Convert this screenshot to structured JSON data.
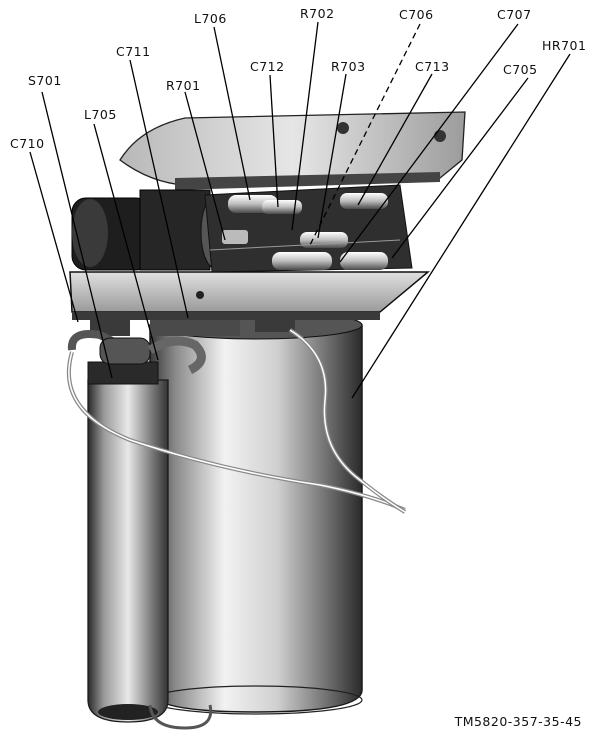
{
  "figure_id": "TM5820-357-35-45",
  "callouts": [
    {
      "id": "s701",
      "label": "S701"
    },
    {
      "id": "c710",
      "label": "C710"
    },
    {
      "id": "l705",
      "label": "L705"
    },
    {
      "id": "c711",
      "label": "C711"
    },
    {
      "id": "r701",
      "label": "R701"
    },
    {
      "id": "l706",
      "label": "L706"
    },
    {
      "id": "c712",
      "label": "C712"
    },
    {
      "id": "r702",
      "label": "R702"
    },
    {
      "id": "r703",
      "label": "R703"
    },
    {
      "id": "c706",
      "label": "C706"
    },
    {
      "id": "c713",
      "label": "C713"
    },
    {
      "id": "c707",
      "label": "C707"
    },
    {
      "id": "c705",
      "label": "C705"
    },
    {
      "id": "hr701",
      "label": "HR701"
    }
  ]
}
